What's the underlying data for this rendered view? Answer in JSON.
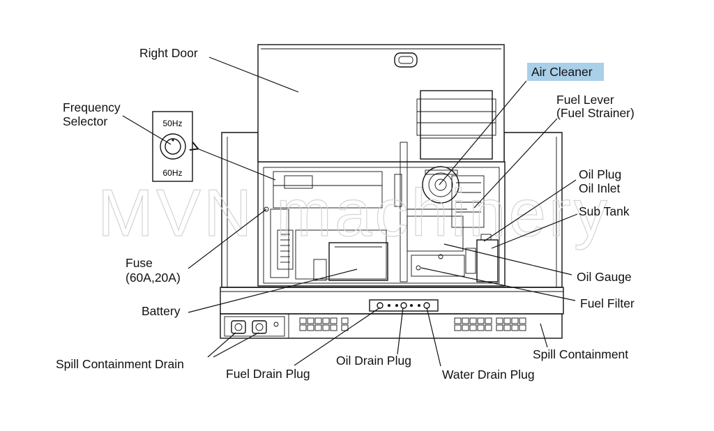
{
  "watermark": "MVN machinery",
  "frequency_selector": {
    "top_label": "50Hz",
    "bottom_label": "60Hz"
  },
  "labels": {
    "right_door": "Right Door",
    "frequency_selector_1": "Frequency",
    "frequency_selector_2": "Selector",
    "air_cleaner": "Air Cleaner",
    "fuel_lever_1": "Fuel Lever",
    "fuel_lever_2": "(Fuel Strainer)",
    "oil_plug_1": "Oil Plug",
    "oil_plug_2": "Oil Inlet",
    "sub_tank": "Sub Tank",
    "fuse_1": "Fuse",
    "fuse_2": "(60A,20A)",
    "oil_gauge": "Oil Gauge",
    "battery": "Battery",
    "fuel_filter": "Fuel Filter",
    "spill_containment": "Spill Containment",
    "spill_containment_drain": "Spill Containment Drain",
    "oil_drain_plug": "Oil Drain Plug",
    "fuel_drain_plug": "Fuel Drain Plug",
    "water_drain_plug": "Water Drain Plug"
  },
  "highlight_color": "#a9cfe9"
}
